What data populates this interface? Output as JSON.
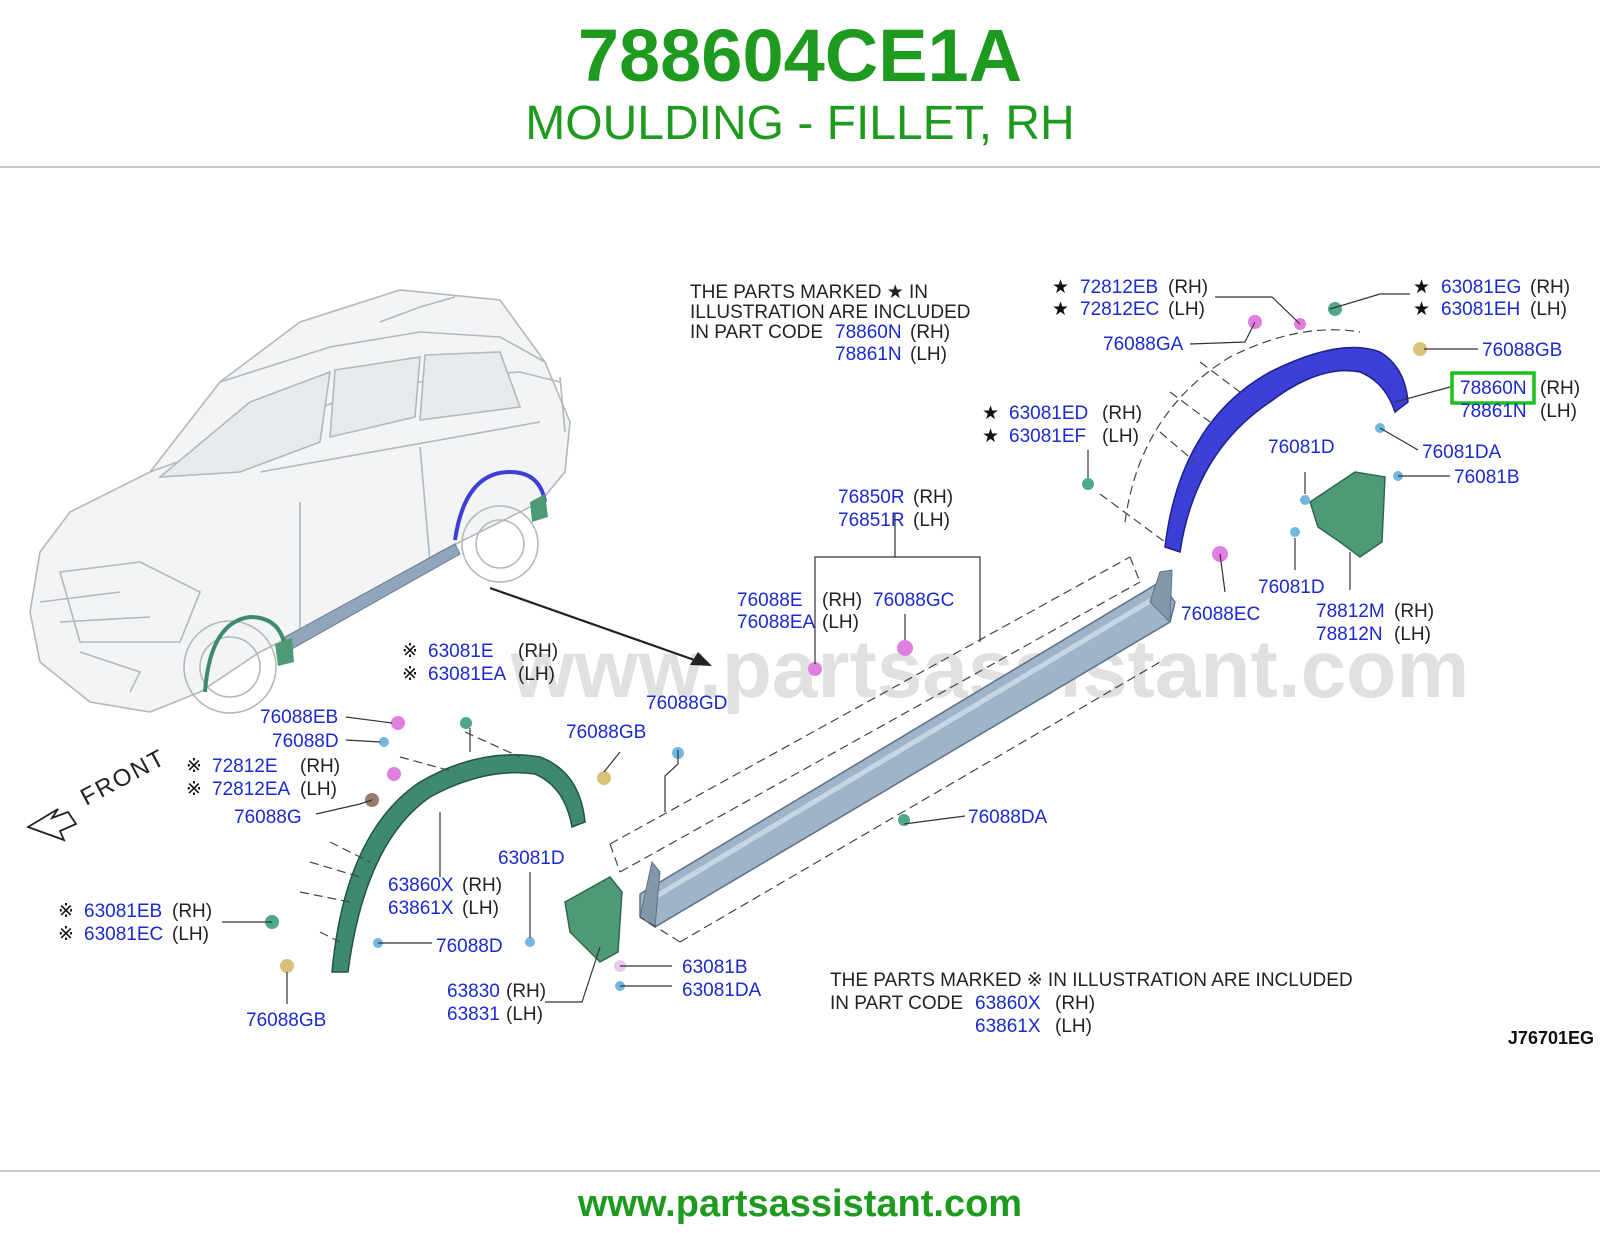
{
  "header": {
    "part_code": "788604CE1A",
    "description": "MOULDING - FILLET, RH"
  },
  "footer": {
    "url": "www.partsassistant.com"
  },
  "watermark": "www.partsassistant.com",
  "colors": {
    "brand_green": "#1e9a1e",
    "callout_blue": "#1a2ad1",
    "highlight_green": "#1cc11c",
    "moulding_rear": "#3b3fd6",
    "moulding_front": "#3f8a6e",
    "sill": "#8fa6bd",
    "mudguard": "#4f9a76"
  },
  "diagram": {
    "code": "J76701EG",
    "front_label": "FRONT",
    "note_star": {
      "line1": "THE PARTS MARKED ★ IN",
      "line2": "ILLUSTRATION ARE INCLUDED",
      "line3_prefix": "IN PART CODE",
      "code_rh": "78860N",
      "code_lh": "78861N",
      "rh": "(RH)",
      "lh": "(LH)"
    },
    "note_kome": {
      "line1": "THE PARTS MARKED ※ IN ILLUSTRATION ARE INCLUDED",
      "line2_prefix": "IN PART CODE",
      "code_rh": "63860X",
      "code_lh": "63861X",
      "rh": "(RH)",
      "lh": "(LH)"
    },
    "callouts": {
      "c_72812EB": "72812EB",
      "c_72812EC": "72812EC",
      "c_63081EG": "63081EG",
      "c_63081EH": "63081EH",
      "c_76088GA": "76088GA",
      "c_76088GB_r": "76088GB",
      "c_78860N": "78860N",
      "c_78861N": "78861N",
      "c_63081ED": "63081ED",
      "c_63081EF": "63081EF",
      "c_76081D_a": "76081D",
      "c_76081DA": "76081DA",
      "c_76081B": "76081B",
      "c_76850R": "76850R",
      "c_76851R": "76851R",
      "c_76088E": "76088E",
      "c_76088EA": "76088EA",
      "c_76088GC": "76088GC",
      "c_76088EC": "76088EC",
      "c_76081D_b": "76081D",
      "c_78812M": "78812M",
      "c_78812N": "78812N",
      "c_63081E": "63081E",
      "c_63081EA": "63081EA",
      "c_76088GD": "76088GD",
      "c_76088EB": "76088EB",
      "c_76088D_a": "76088D",
      "c_76088GB_m": "76088GB",
      "c_72812E": "72812E",
      "c_72812EA": "72812EA",
      "c_76088G": "76088G",
      "c_76088DA": "76088DA",
      "c_63081D": "63081D",
      "c_63860X": "63860X",
      "c_63861X": "63861X",
      "c_63081EB": "63081EB",
      "c_63081EC": "63081EC",
      "c_76088D_b": "76088D",
      "c_63081B": "63081B",
      "c_63081DA": "63081DA",
      "c_63830": "63830",
      "c_63831": "63831",
      "c_76088GB_l": "76088GB"
    },
    "marks": {
      "rh": "(RH)",
      "lh": "(LH)",
      "star": "★",
      "kome": "※"
    }
  }
}
